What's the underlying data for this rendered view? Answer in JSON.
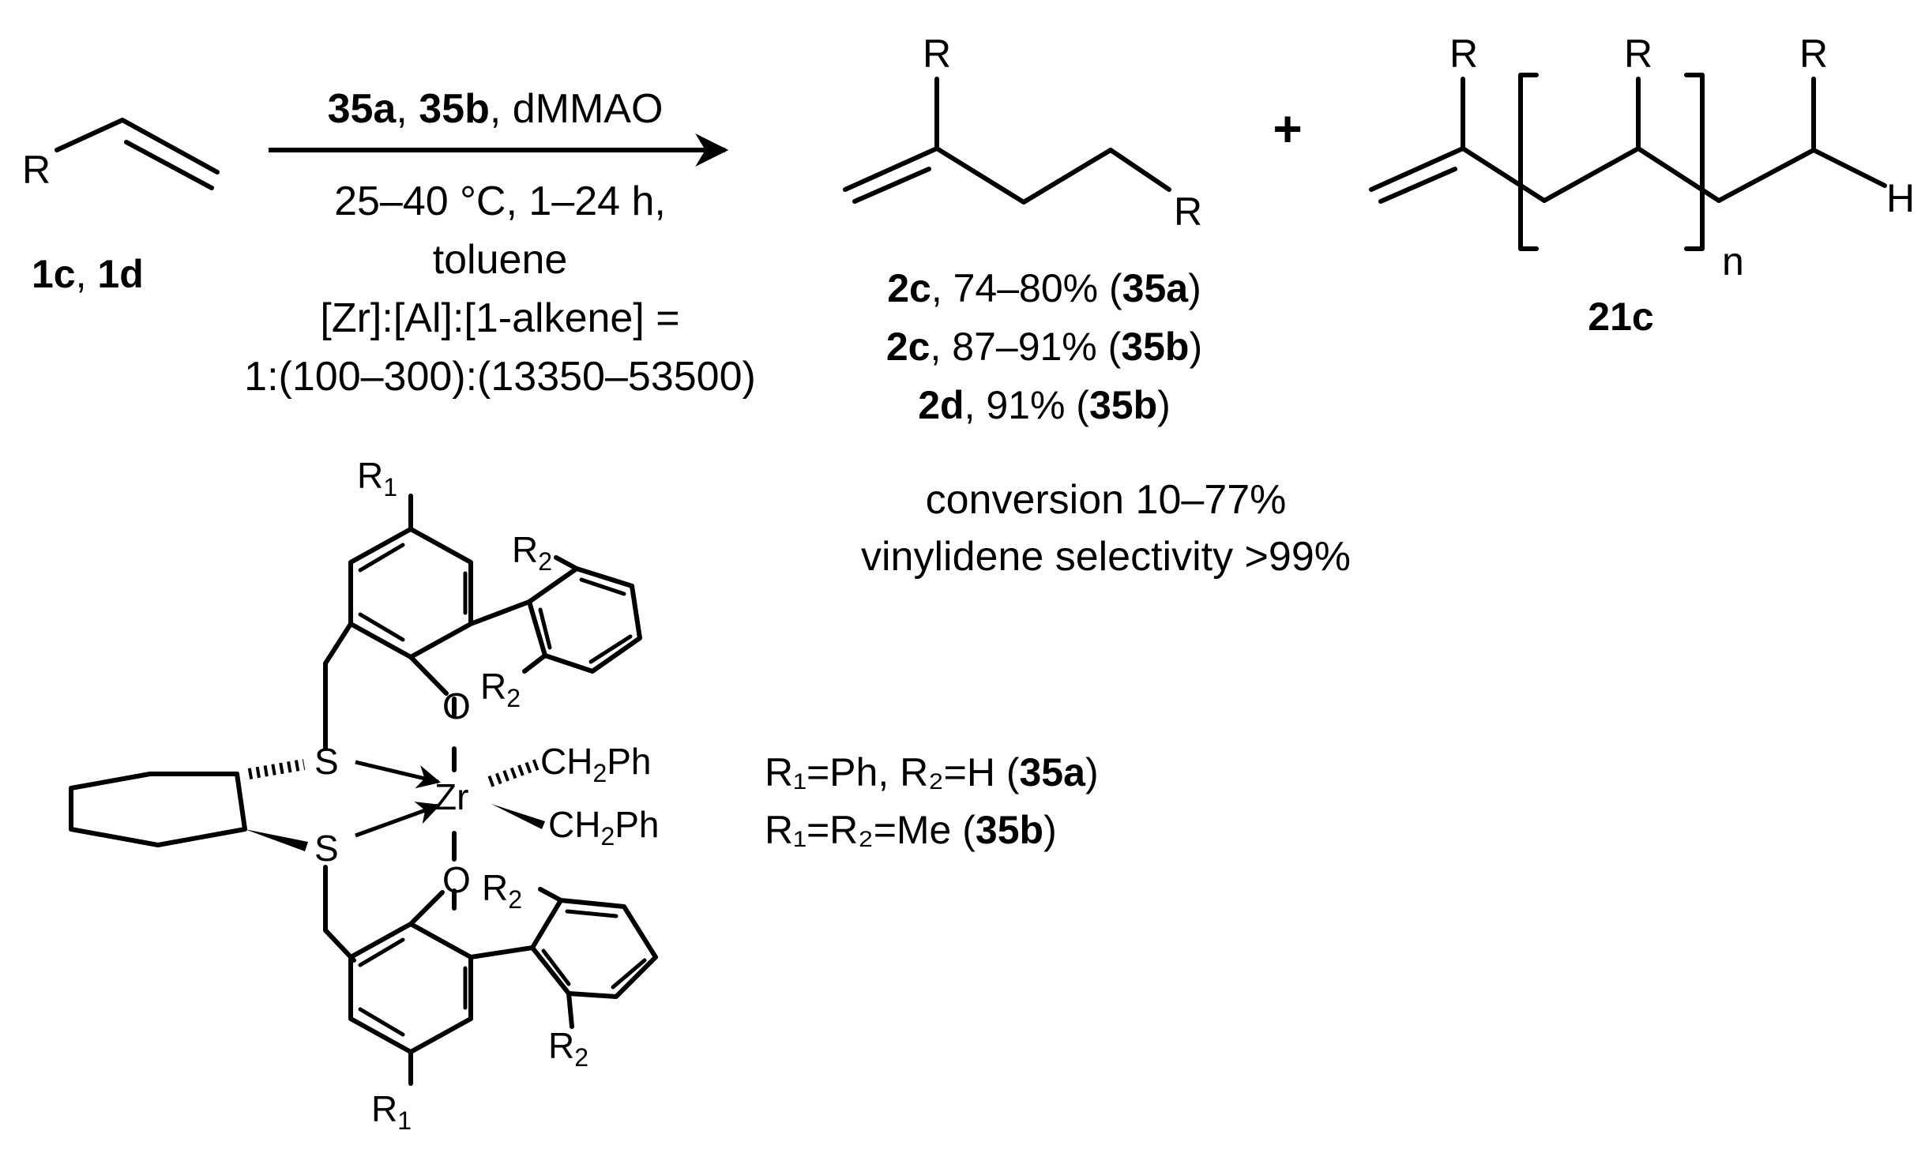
{
  "reaction": {
    "reagents_above": [
      {
        "text": "35a",
        "bold": true
      },
      {
        "text": ", ",
        "bold": false
      },
      {
        "text": "35b",
        "bold": true
      },
      {
        "text": ", dMMAO",
        "bold": false
      }
    ],
    "conditions_below": [
      "25–40 °C, 1–24 h,",
      "toluene",
      "[Zr]:[Al]:[1-alkene] =",
      "1:(100–300):(13350–53500)"
    ]
  },
  "substrate": {
    "labels": [
      {
        "text": "1c",
        "bold": true
      },
      {
        "text": ", ",
        "bold": false
      },
      {
        "text": "1d",
        "bold": true
      }
    ],
    "atom_R": "R"
  },
  "product_dimer": {
    "atoms": [
      "R",
      "R"
    ],
    "yields": [
      [
        {
          "text": "2c",
          "bold": true
        },
        {
          "text": ", 74–80% (",
          "bold": false
        },
        {
          "text": "35a",
          "bold": true
        },
        {
          "text": ")",
          "bold": false
        }
      ],
      [
        {
          "text": "2c",
          "bold": true
        },
        {
          "text": ", 87–91% (",
          "bold": false
        },
        {
          "text": "35b",
          "bold": true
        },
        {
          "text": ")",
          "bold": false
        }
      ],
      [
        {
          "text": "2d",
          "bold": true
        },
        {
          "text": ", 91% (",
          "bold": false
        },
        {
          "text": "35b",
          "bold": true
        },
        {
          "text": ")",
          "bold": false
        }
      ]
    ]
  },
  "plus_sign": "+",
  "product_oligomer": {
    "atoms": [
      "R",
      "R",
      "R",
      "H"
    ],
    "repeat_subscript": "n",
    "label": "21c"
  },
  "summary": {
    "conversion": "conversion 10–77%",
    "selectivity": "vinylidene selectivity >99%"
  },
  "catalyst": {
    "atom_labels": {
      "R1": "R",
      "sub1": "1",
      "R2": "R",
      "sub2": "2",
      "O": "O",
      "S": "S",
      "Zr": "Zr",
      "ch2": "CH",
      "ch2_sub": "2",
      "ph": "Ph"
    },
    "variants": [
      [
        {
          "text": "R₁=Ph, R₂=H (",
          "bold": false
        },
        {
          "text": "35a",
          "bold": true
        },
        {
          "text": ")",
          "bold": false
        }
      ],
      [
        {
          "text": "R₁=R₂=Me (",
          "bold": false
        },
        {
          "text": "35b",
          "bold": true
        },
        {
          "text": ")",
          "bold": false
        }
      ]
    ]
  }
}
